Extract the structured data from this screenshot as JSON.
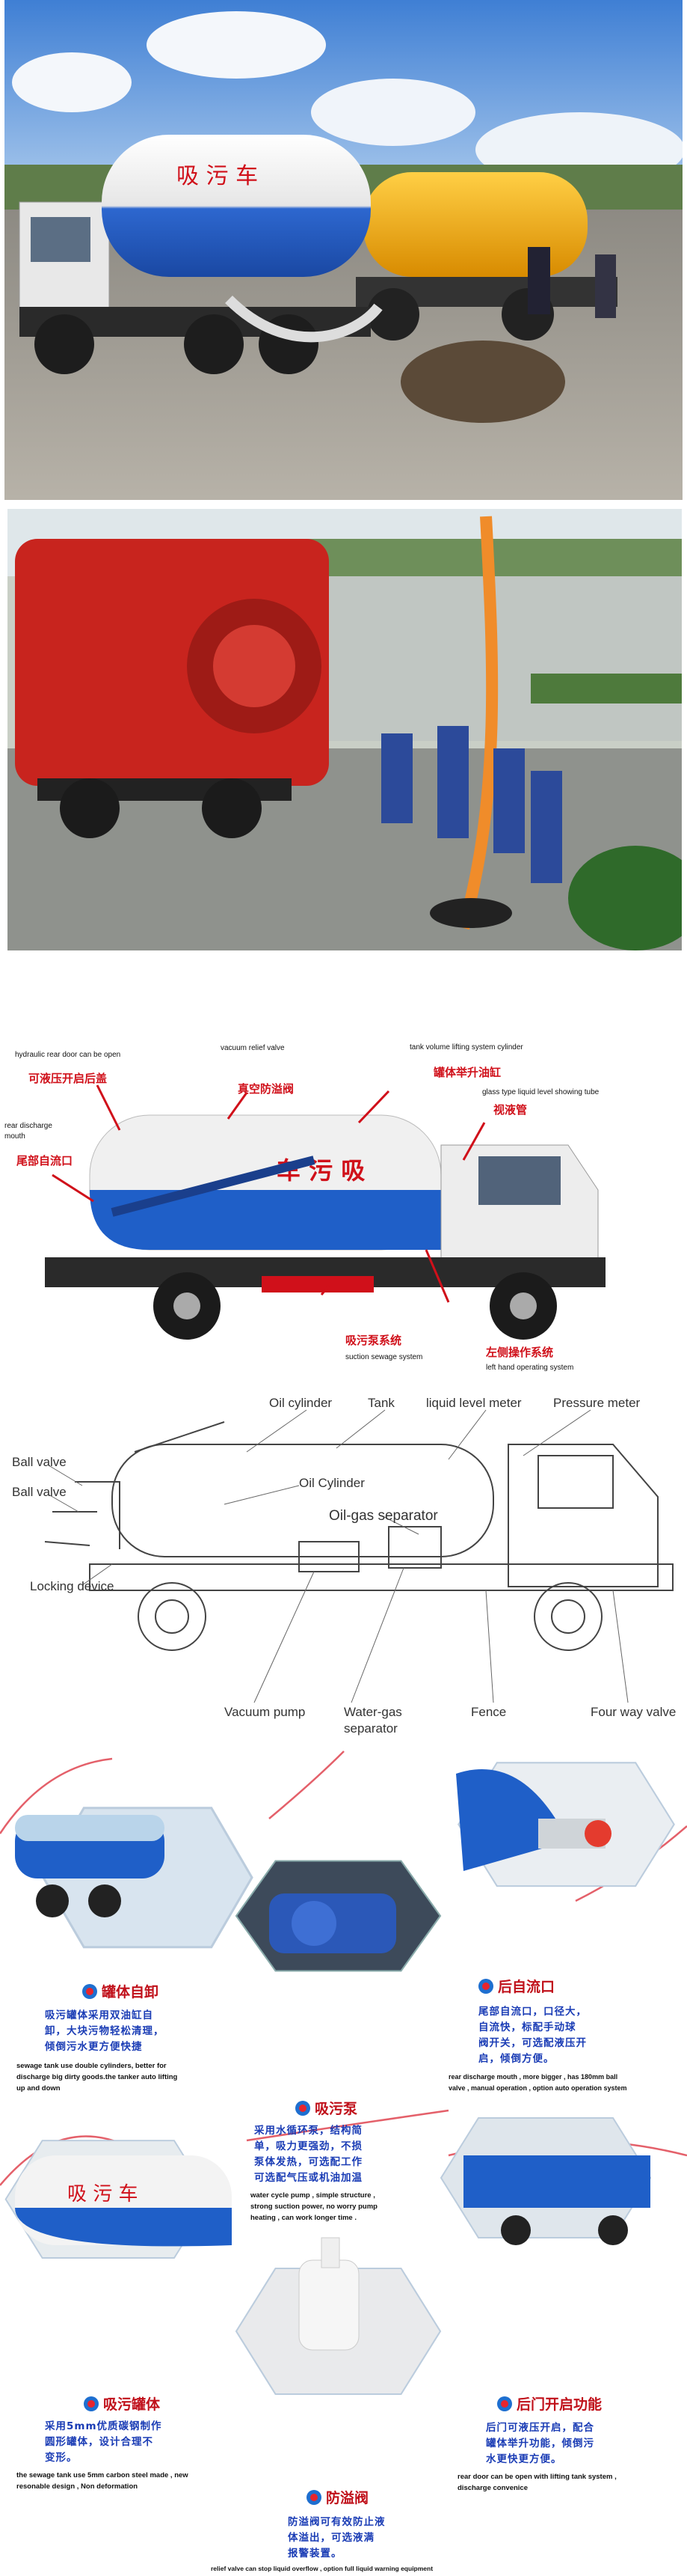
{
  "colors": {
    "brand_red": "#d0101a",
    "tank_blue": "#1f5fc8",
    "tank_white": "#f2f2f2",
    "tank_yellow": "#f2a410",
    "desc_blue": "#1a3cb5",
    "sky": "#6fa3e0"
  },
  "photo1": {
    "tank_text": "吸 污 车"
  },
  "photo2": {},
  "annotated": {
    "labels": {
      "hydraulic_door_en": "hydraulic rear door can be open",
      "hydraulic_door_cn": "可液压开启后盖",
      "vacuum_relief_en": "vacuum relief valve",
      "vacuum_relief_cn": "真空防溢阀",
      "tank_lift_en": "tank volume lifting system cylinder",
      "tank_lift_cn": "罐体举升油缸",
      "glass_tube_en": "glass type liquid level showing tube",
      "glass_tube_cn": "视液管",
      "rear_discharge_en": "rear discharge mouth",
      "rear_discharge_cn": "尾部自流口",
      "suction_pump_cn": "吸污泵系统",
      "suction_pump_en": "suction sewage system",
      "left_operating_cn": "左侧操作系统",
      "left_operating_en": "left hand operating system"
    },
    "tank_text": "车 污 吸"
  },
  "diagram": {
    "labels": {
      "oil_cylinder_top": "Oil cylinder",
      "tank": "Tank",
      "liquid_level": "liquid level meter",
      "pressure_meter": "Pressure meter",
      "ball_valve_1": "Ball valve",
      "ball_valve_2": "Ball valve",
      "oil_cylinder_mid": "Oil Cylinder",
      "oil_gas_separator": "Oil-gas separator",
      "locking_device": "Locking device",
      "vacuum_pump": "Vacuum pump",
      "water_gas_1": "Water-gas",
      "water_gas_2": "separator",
      "fence": "Fence",
      "four_way": "Four way valve"
    }
  },
  "features": [
    {
      "title": "罐体自卸",
      "cn": [
        "吸污罐体采用双油缸自",
        "卸，大块污物轻松清理，",
        "倾倒污水更方便快捷"
      ],
      "en": [
        "sewage tank use double cylinders, better for",
        "discharge big dirty goods.the tanker auto lifting",
        "up and down"
      ]
    },
    {
      "title": "后自流口",
      "cn": [
        "尾部自流口，口径大，",
        "自流快，标配手动球",
        "阀开关，可选配液压开",
        "启，倾倒方便。"
      ],
      "en": [
        "rear discharge mouth , more bigger , has 180mm ball",
        "valve , manual operation , option auto operation system"
      ]
    },
    {
      "title": "吸污泵",
      "cn": [
        "采用水循环泵，结构简",
        "单，吸力更强劲，不损",
        "泵体发热，可选配工作",
        "可选配气压或机油加温"
      ],
      "en": [
        "water cycle pump , simple structure ,",
        "strong suction power, no worry pump",
        "heating , can work longer time ."
      ]
    },
    {
      "title": "吸污罐体",
      "cn": [
        "采用5mm优质碳钢制作",
        "圆形罐体，设计合理不",
        "变形。"
      ],
      "en": [
        "the sewage tank use 5mm carbon steel made , new",
        "resonable design , Non deformation"
      ]
    },
    {
      "title": "后门开启功能",
      "cn": [
        "后门可液压开启，配合",
        "罐体举升功能，倾倒污",
        "水更快更方便。"
      ],
      "en": [
        "rear door can be open with lifting tank system ,",
        "discharge convenice"
      ]
    },
    {
      "title": "防溢阀",
      "cn": [
        "防溢阀可有效防止液",
        "体溢出，可选液满",
        "报警装置。"
      ],
      "en": [
        "relief valve can stop liquid overflow , option full liquid warning equipment"
      ]
    }
  ],
  "icons": [
    "badge-dot-icon",
    "pointer-line-icon"
  ]
}
